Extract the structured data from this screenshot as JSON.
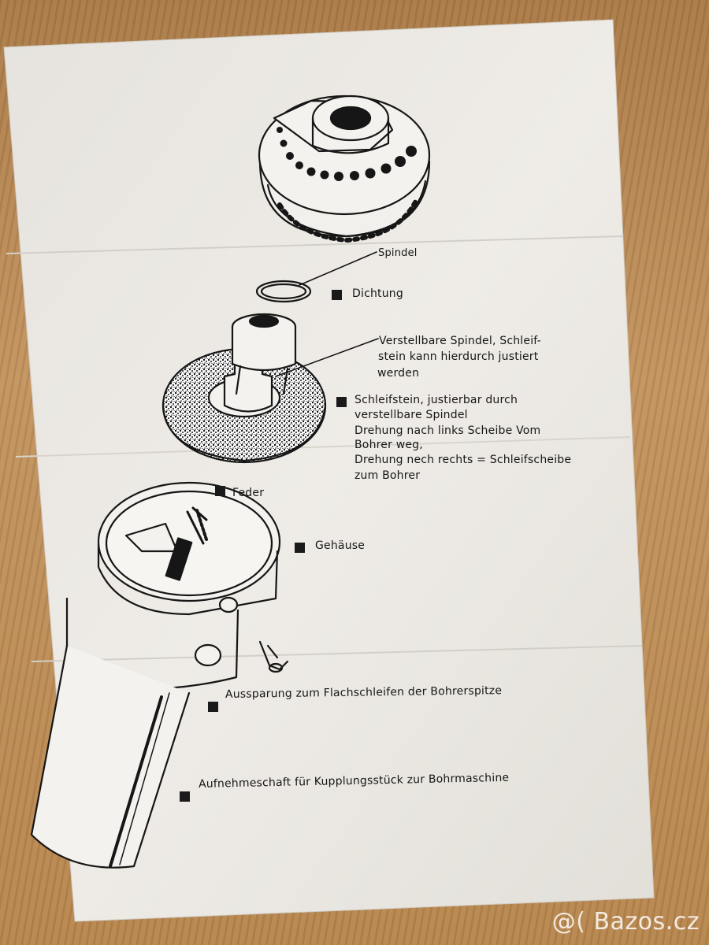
{
  "labels": {
    "spindel": "Spindel",
    "dichtung": "Dichtung",
    "verstellbare": [
      "Verstellbare Spindel, Schleif-",
      "stein kann hierdurch justiert",
      "werden"
    ],
    "schleifstein": [
      "Schleifstein, justierbar durch",
      "verstellbare Spindel",
      "Drehung nach links Scheibe Vom",
      "Bohrer weg,",
      "Drehung nech rechts = Schleifscheibe",
      "zum Bohrer"
    ],
    "feder": "Feder",
    "gehaeuse": "Gehäuse",
    "aussparung": "Aussparung zum Flachschleifen der Bohrerspitze",
    "aufnehmeschaft": "Aufnehmeschaft für Kupplungsstück zur Bohrmaschine"
  },
  "watermark": "@( Bazos.cz",
  "colors": {
    "paper": "#ece9e4",
    "ink": "#161616",
    "table": "#b98a55"
  }
}
